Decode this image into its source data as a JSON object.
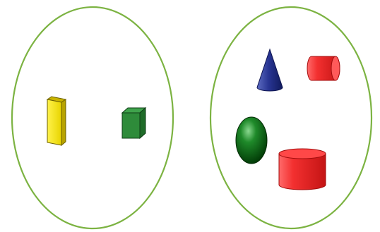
{
  "groups": [
    {
      "name": "left-group",
      "outline_color": "#7cb342",
      "shapes": [
        {
          "kind": "cuboid",
          "label": "yellow-rectangular-prism",
          "color": "#f4e000"
        },
        {
          "kind": "cube",
          "label": "green-cube",
          "color": "#2e8b3a"
        }
      ]
    },
    {
      "name": "right-group",
      "outline_color": "#7cb342",
      "shapes": [
        {
          "kind": "cone",
          "label": "blue-cone",
          "color": "#283593"
        },
        {
          "kind": "cylinder",
          "label": "small-red-cylinder",
          "color": "#f03030"
        },
        {
          "kind": "sphere",
          "label": "green-sphere",
          "color": "#0a6b12"
        },
        {
          "kind": "cylinder",
          "label": "large-red-cylinder",
          "color": "#f03030"
        }
      ]
    }
  ]
}
